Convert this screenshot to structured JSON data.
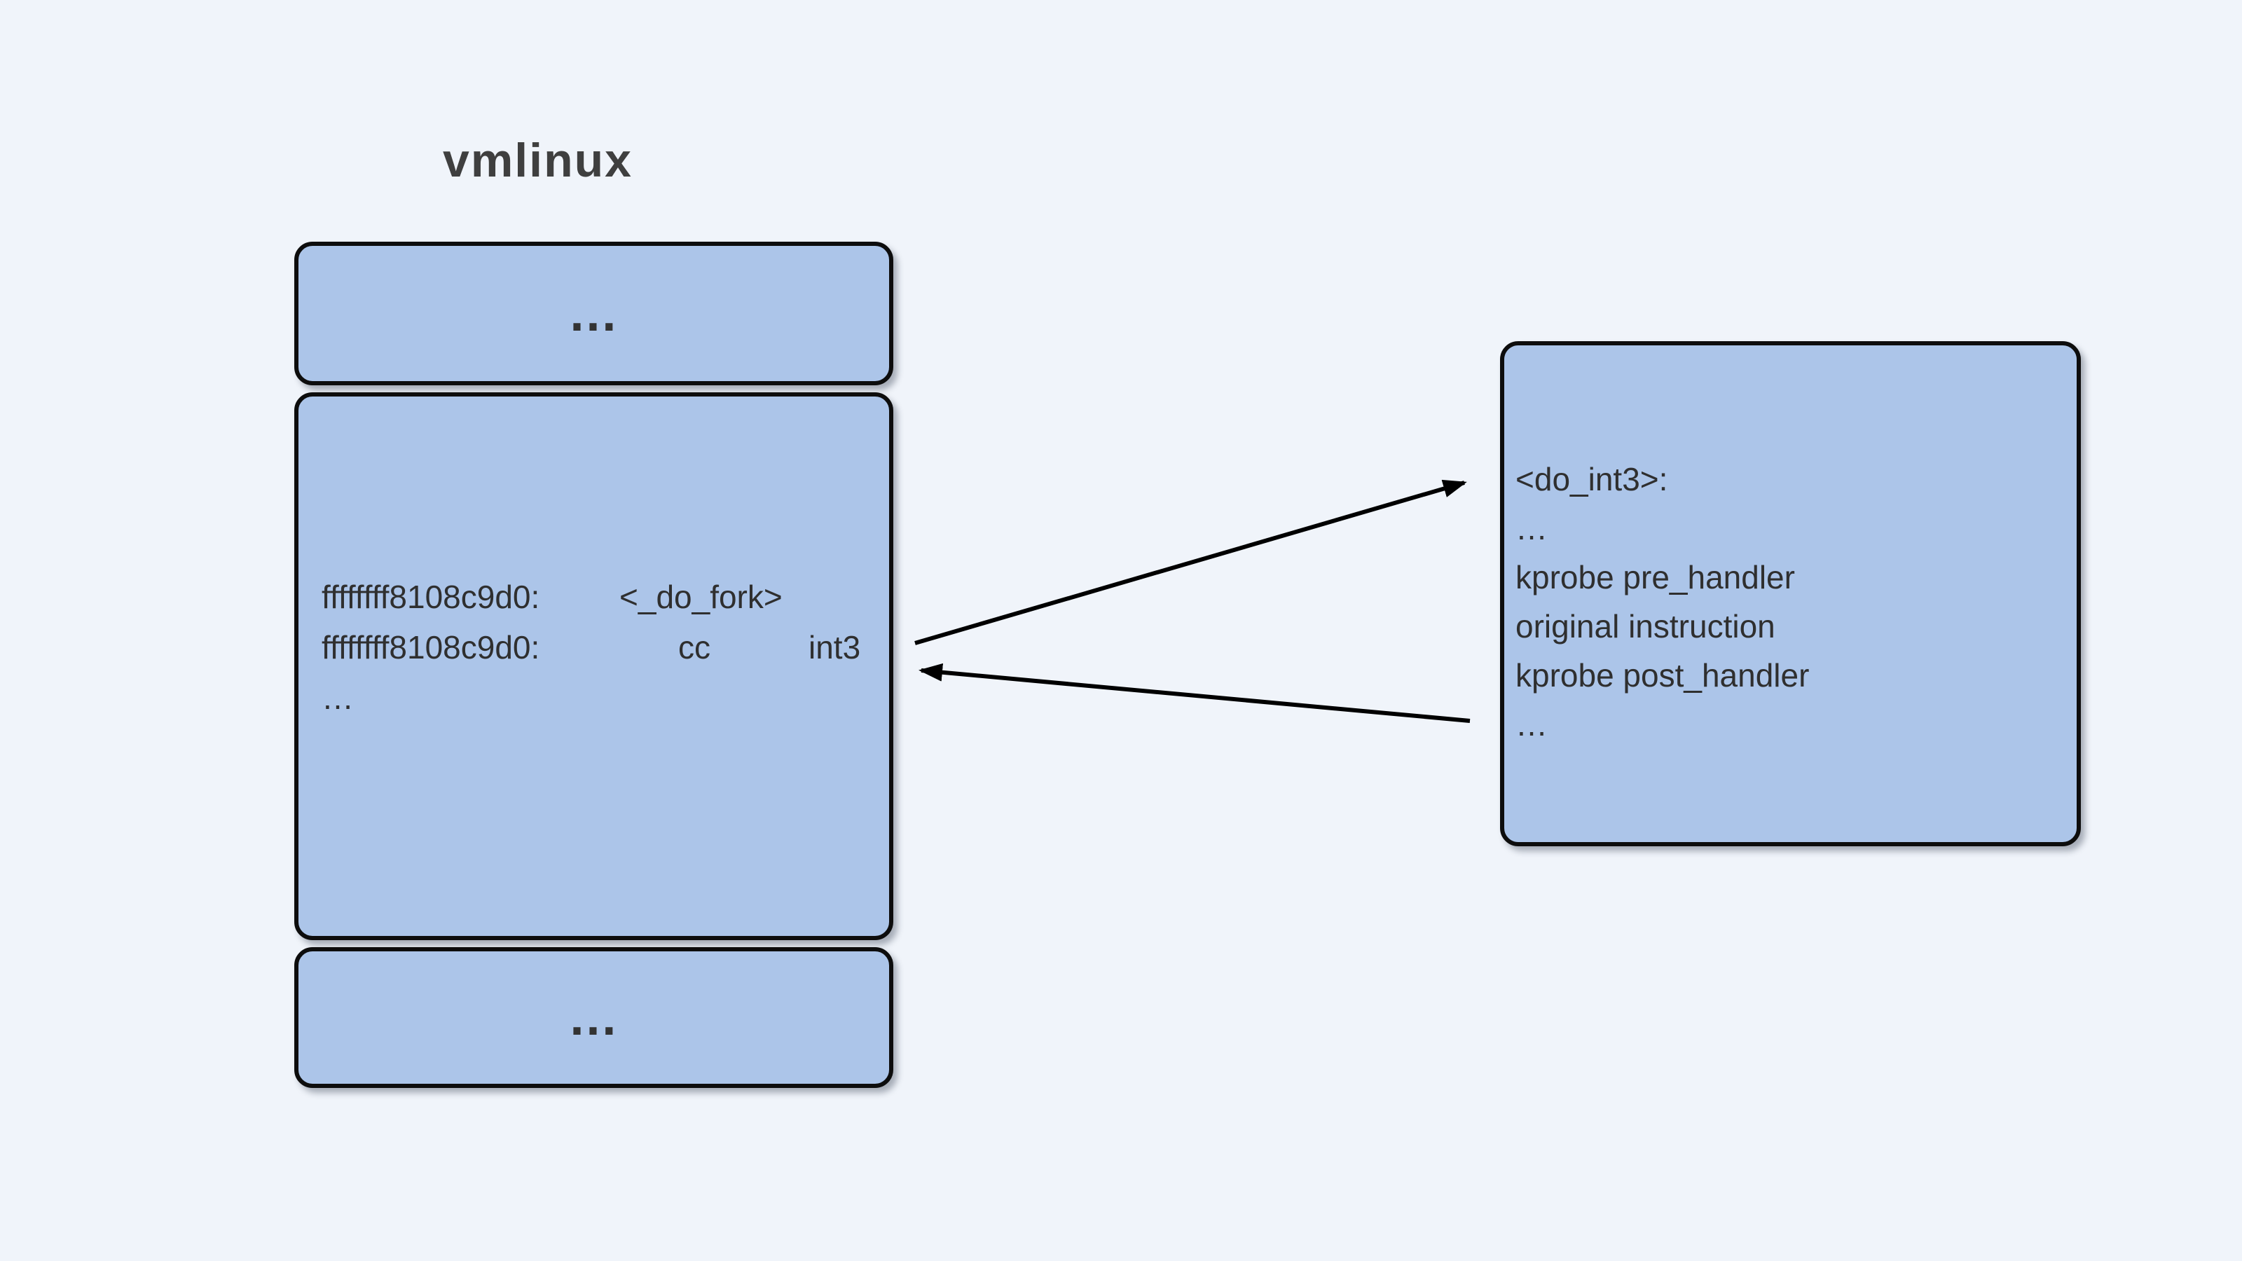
{
  "title": "vmlinux",
  "colors": {
    "background": "#f0f4fa",
    "box_fill": "#acc5e9",
    "box_border": "#0d0d0d",
    "text": "#2f2f2f",
    "arrow": "#000000"
  },
  "vmlinux_column": {
    "top_box_label": "…",
    "code_box": {
      "line1": {
        "address": "ffffffff8108c9d0:",
        "symbol": "<_do_fork>"
      },
      "line2": {
        "address": "ffffffff8108c9d0:",
        "opcode": "cc",
        "mnemonic": "int3"
      },
      "line3": "…"
    },
    "bottom_box_label": "…"
  },
  "handler_box": {
    "lines": [
      "<do_int3>:",
      "…",
      "kprobe pre_handler",
      "original instruction",
      "kprobe post_handler",
      "…"
    ]
  }
}
